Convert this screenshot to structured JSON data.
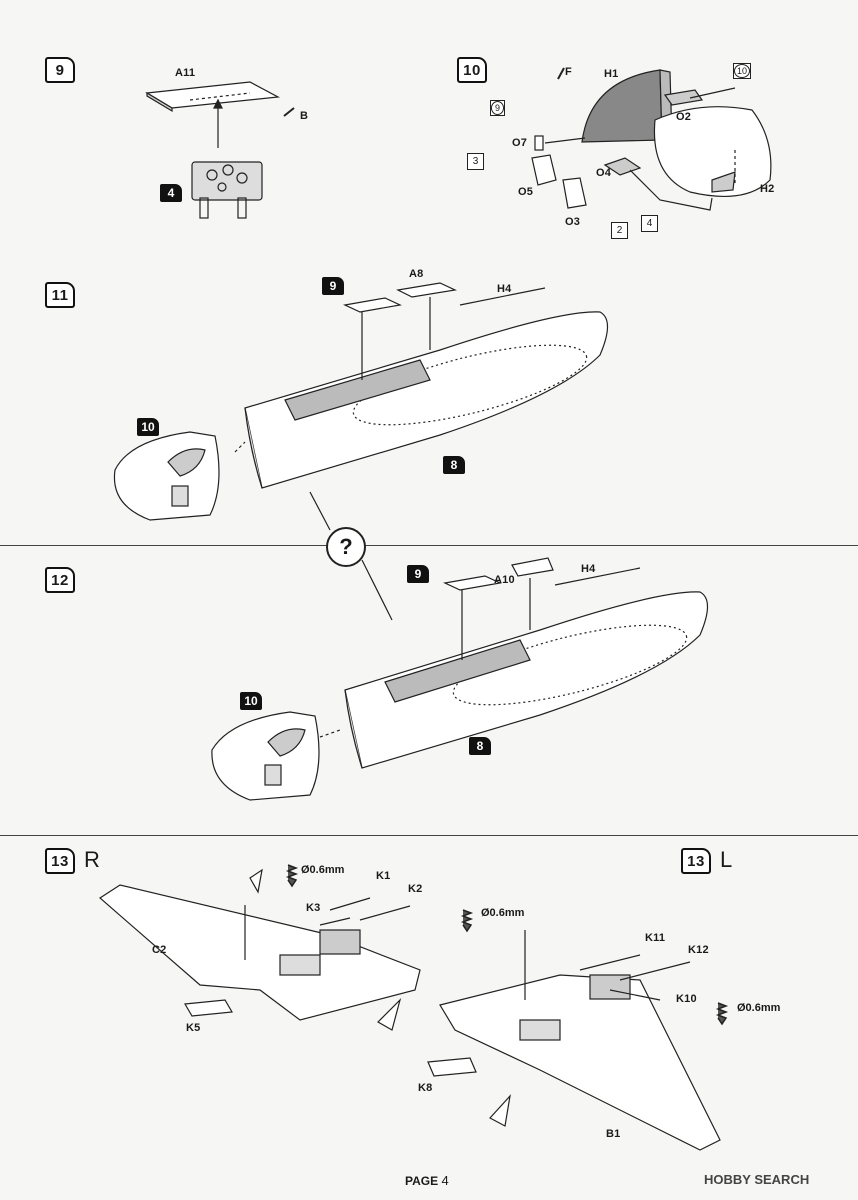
{
  "steps": [
    {
      "number": "9"
    },
    {
      "number": "10"
    },
    {
      "number": "11"
    },
    {
      "number": "12"
    },
    {
      "number": "13",
      "side": "R"
    },
    {
      "number": "13",
      "side": "L"
    }
  ],
  "refs": {
    "r4": "4",
    "r9a": "9",
    "r10a": "10",
    "r8a": "8",
    "r9b": "9",
    "r10b": "10",
    "r8b": "8"
  },
  "labels": {
    "A11": "A11",
    "B": "B",
    "F": "F",
    "H1": "H1",
    "O2": "O2",
    "O7": "O7",
    "O5": "O5",
    "O4": "O4",
    "O3": "O3",
    "H2": "H2",
    "A8": "A8",
    "H4a": "H4",
    "A10": "A10",
    "H4b": "H4",
    "K1": "K1",
    "K2": "K2",
    "K3": "K3",
    "C2": "C2",
    "K5": "K5",
    "K8": "K8",
    "K11": "K11",
    "K12": "K12",
    "K10": "K10",
    "B1": "B1"
  },
  "boxed_numbers": {
    "b10": "10",
    "b9": "9"
  },
  "circled_numbers": {
    "c3": "3",
    "c2": "2",
    "c4": "4"
  },
  "drill": {
    "d1": "Ø0.6mm",
    "d2": "Ø0.6mm",
    "d3": "Ø0.6mm"
  },
  "question": "?",
  "footer": {
    "page_label": "PAGE",
    "page_number": "4"
  },
  "watermark": "HOBBY SEARCH"
}
